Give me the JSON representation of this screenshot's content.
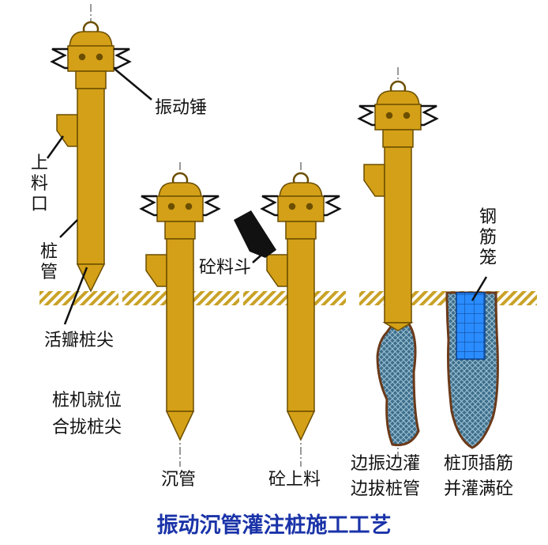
{
  "title": "振动沉管灌注桩施工工艺",
  "labels": {
    "vibro_hammer": "振动锤",
    "feed_port": "上料口",
    "pile_tube": "桩管",
    "valve_tip": "活瓣桩尖",
    "concrete_hopper": "砼料斗",
    "rebar_cage": "钢筋笼"
  },
  "steps": [
    {
      "id": "s1",
      "line1": "桩机就位",
      "line2": "合拢桩尖"
    },
    {
      "id": "s2",
      "line1": "沉管",
      "line2": ""
    },
    {
      "id": "s3",
      "line1": "砼上料",
      "line2": ""
    },
    {
      "id": "s4",
      "line1": "边振边灌",
      "line2": "边拔桩管"
    },
    {
      "id": "s5",
      "line1": "桩顶插筋",
      "line2": "并灌满砼"
    }
  ],
  "colors": {
    "pipe": "#D4A017",
    "pipe_stroke": "#6b4e00",
    "ground": "#C9A227",
    "concrete": "#3E6F8C",
    "rebar": "#1E90FF",
    "title": "#1a33a8"
  }
}
